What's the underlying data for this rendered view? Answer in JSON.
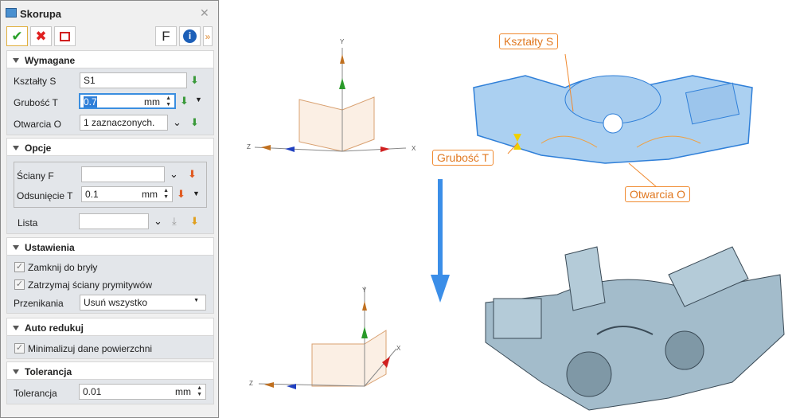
{
  "panel": {
    "title": "Skorupa",
    "close_icon": "close-icon",
    "toolbar": {
      "ok": "✔",
      "cancel": "✖",
      "apply": "apply-icon",
      "f_label": "F",
      "info": "i"
    },
    "required": {
      "header": "Wymagane",
      "shapes_label": "Kształty S",
      "shapes_value": "S1",
      "thickness_label": "Grubość T",
      "thickness_value": "0.7",
      "thickness_unit": "mm",
      "openings_label": "Otwarcia O",
      "openings_value": "1 zaznaczonych."
    },
    "options": {
      "header": "Opcje",
      "faces_label": "Ściany F",
      "faces_value": "",
      "offset_label": "Odsunięcie T",
      "offset_value": "0.1",
      "offset_unit": "mm",
      "list_label": "Lista",
      "list_value": ""
    },
    "settings": {
      "header": "Ustawienia",
      "close_solid": "Zamknij do bryły",
      "close_solid_checked": true,
      "keep_faces": "Zatrzymaj ściany prymitywów",
      "keep_faces_checked": true,
      "intersections_label": "Przenikania",
      "intersections_value": "Usuń wszystko"
    },
    "auto_reduce": {
      "header": "Auto redukuj",
      "minimize": "Minimalizuj dane powierzchni",
      "minimize_checked": true
    },
    "tolerance": {
      "header": "Tolerancja",
      "label": "Tolerancja",
      "value": "0.01",
      "unit": "mm"
    }
  },
  "viewport": {
    "axes": {
      "x": "X",
      "y": "Y",
      "z": "Z"
    },
    "callouts": {
      "shapes": "Kształty S",
      "thickness": "Grubość T",
      "openings": "Otwarcia O"
    },
    "colors": {
      "callout": "#f08a30",
      "arrow": "#3b8ee8",
      "shell": "#7fb4e6",
      "solid": "#9cb7c8"
    }
  }
}
